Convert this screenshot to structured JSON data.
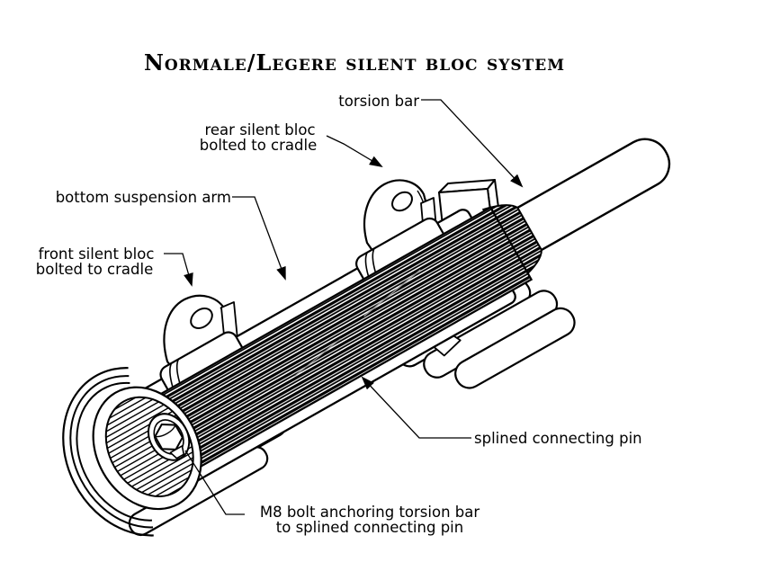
{
  "title": "Normale/Legere silent bloc system",
  "labels": {
    "torsion_bar": "torsion bar",
    "rear_silent_bloc_line1": "rear silent bloc",
    "rear_silent_bloc_line2": "bolted to cradle",
    "bottom_suspension_arm": "bottom suspension arm",
    "front_silent_bloc_line1": "front silent bloc",
    "front_silent_bloc_line2": "bolted to cradle",
    "splined_connecting_pin": "splined connecting pin",
    "m8_bolt_line1": "M8 bolt anchoring torsion bar",
    "m8_bolt_line2": "to splined connecting pin"
  },
  "colors": {
    "line": "#000000",
    "background": "#ffffff"
  }
}
